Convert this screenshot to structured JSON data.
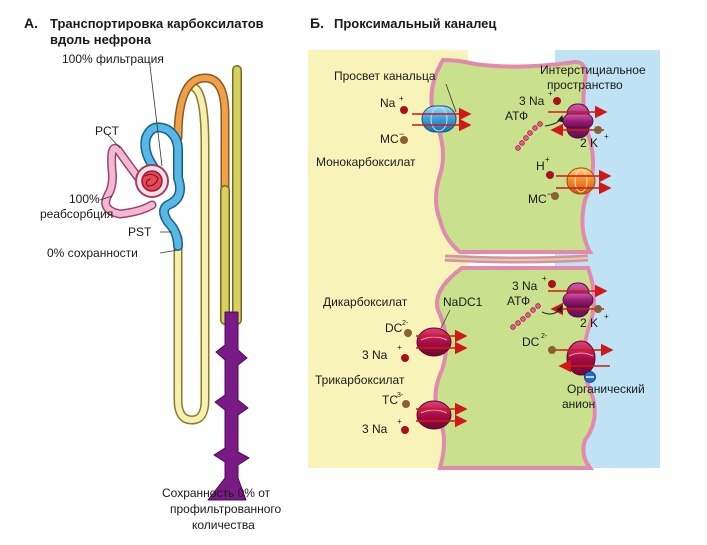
{
  "panel_a": {
    "letter": "А.",
    "title_line1": "Транспортировка карбоксилатов",
    "title_line2": "вдоль нефрона",
    "label_filtration": "100% фильтрация",
    "label_pct": "PCT",
    "label_reabs1": "100%",
    "label_reabs2": "реабсорбция",
    "label_pst": "PST",
    "label_zero": "0% сохранности",
    "bottom1": "Сохранность 0% от",
    "bottom2": "профильтрованного",
    "bottom3": "количества"
  },
  "panel_b": {
    "letter": "Б.",
    "title": "Проксимальный каналец",
    "lumen": "Просвет канальца",
    "interstitial1": "Интерстициальное",
    "interstitial2": "пространство",
    "na_top": "Na",
    "mc_top": "MC",
    "monocarb": "Монокарбоксилат",
    "na3_top": "3 Na",
    "atp_top": "АТФ",
    "k2_top": "2 K",
    "h": "H",
    "mc_right": "MC",
    "dicarb": "Дикарбоксилат",
    "nadc1": "NaDC1",
    "na3_mid": "3 Na",
    "atp_mid": "АТФ",
    "k2_mid": "2 K",
    "dc_left": "DC",
    "na3_dc": "3 Na",
    "dc_right": "DC",
    "tricarb": "Трикарбоксилат",
    "org1": "Органический",
    "org2": "анион",
    "tc": "TC",
    "na3_tc": "3 Na",
    "plus": "+",
    "minus": "−",
    "two_minus": "2-",
    "three_minus": "3-"
  },
  "colors": {
    "lumen": "#f8f3b8",
    "cell": "#c9e08c",
    "interstitium": "#bfe2f4",
    "membrane": "#e8a9c4",
    "transporter": "#b0124f",
    "pump": "#a0207a",
    "arrow": "#d01818",
    "blue_segment": "#58b8e4",
    "purple_segment": "#7a1a86"
  }
}
